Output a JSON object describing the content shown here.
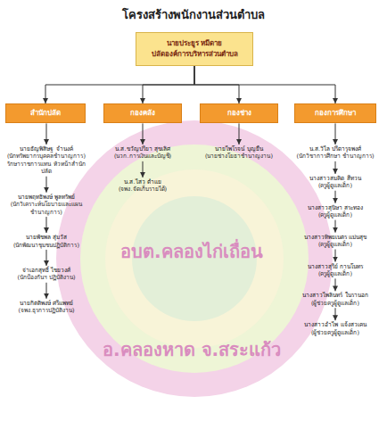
{
  "diagram": {
    "title": "โครงสร้างพนักงานส่วนตำบล",
    "nodes": [
      {
        "text": [
          "นายประยูร หมีดาย",
          "ปลัดองค์การบริหารส่วนตำบล"
        ]
      },
      {
        "text": [
          "สำนักปลัด"
        ]
      },
      {
        "text": [
          "กองคลัง"
        ]
      },
      {
        "text": [
          "กองช่าง"
        ]
      },
      {
        "text": [
          "กองการศึกษา"
        ]
      },
      {
        "text": [
          "นายธัญพิสิษฐ จำนงค์",
          "(นักทรัพยากรบุคคลชำนาญการ) รักษาราชการแทน หัวหน้าสำนักปลัด"
        ]
      },
      {
        "text": [
          "นายพฤทธิพงษ์ พูลทรัพย์",
          "(นักวิเคราะห์นโยบายและแผน ชำนาญการ)"
        ]
      },
      {
        "text": [
          "นายพัชพล สุ่มวัส",
          "(นักพัฒนาชุมชนปฏิบัติการ)"
        ]
      },
      {
        "text": [
          "จ่าเอกสุทธิ์ ไชยวงศ์",
          "(นักป้องกันฯ ปฏิบัติงาน)"
        ]
      },
      {
        "text": [
          "นายกิตติพงษ์ ศรีแพทย์",
          "(จพง.ธุรการปฏิบัติงาน)"
        ]
      },
      {
        "text": [
          "น.ส.ขวัญปรียา สุขเลิศ",
          "(นวก.การเงินและบัญชี)"
        ]
      },
      {
        "text": [
          "น.ส.ไสว ตำแย",
          "(จพง.จัดเก็บรายได้)"
        ]
      },
      {
        "text": [
          "นายไพโรจน์ บุญยืน",
          "(นายช่างโยธาชำนาญงาน)"
        ]
      },
      {
        "text": [
          "น.ส.วิไล ปรีดารุจพงศ์",
          "(นักวิชาการศึกษา ชำนาญการ)"
        ]
      },
      {
        "text": [
          "นางสาวสมคิด สีทวน",
          "(ครูผู้ดูแลเด็ก)"
        ]
      },
      {
        "text": [
          "นางสาวสุนิษา สระทอง",
          "(ครูผู้ดูแลเด็ก)"
        ]
      },
      {
        "text": [
          "นางสาวทิพยเนตร แม่นสุข",
          "(ครูผู้ดูแลเด็ก)"
        ]
      },
      {
        "text": [
          "นางสาวสุรีย์ กานโนทร",
          "(ครูผู้ดูแลเด็ก)"
        ]
      },
      {
        "text": [
          "นางสาวไพลินทร์ ในรานอก",
          "(ผู้ช่วยครูผู้ดูแลเด็ก)"
        ]
      },
      {
        "text": [
          "นางสาวอำไพ แจ้งสวเคน",
          "(ผู้ช่วยครูผู้ดูแลเด็ก)"
        ]
      }
    ],
    "edges": [
      {
        "from": 0,
        "to": 1,
        "arrow": "to"
      },
      {
        "from": 0,
        "to": 2,
        "arrow": "to"
      },
      {
        "from": 0,
        "to": 3,
        "arrow": "to"
      },
      {
        "from": 0,
        "to": 4,
        "arrow": "to"
      },
      {
        "from": 1,
        "to": 5,
        "arrow": "to"
      },
      {
        "from": 5,
        "to": 6,
        "arrow": "to"
      },
      {
        "from": 6,
        "to": 7,
        "arrow": "to"
      },
      {
        "from": 7,
        "to": 8,
        "arrow": "to"
      },
      {
        "from": 8,
        "to": 9,
        "arrow": "to"
      },
      {
        "from": 2,
        "to": 10,
        "arrow": "to"
      },
      {
        "from": 10,
        "to": 11,
        "arrow": "to"
      },
      {
        "from": 3,
        "to": 12,
        "arrow": "to"
      },
      {
        "from": 4,
        "to": 13,
        "arrow": "to"
      },
      {
        "from": 13,
        "to": 14,
        "arrow": "to"
      },
      {
        "from": 14,
        "to": 15,
        "arrow": "to"
      },
      {
        "from": 15,
        "to": 16,
        "arrow": "to"
      },
      {
        "from": 16,
        "to": 17,
        "arrow": "to"
      },
      {
        "from": 17,
        "to": 18,
        "arrow": "to"
      },
      {
        "from": 18,
        "to": 19,
        "arrow": "to"
      }
    ],
    "labels": [
      "อบต.คลองไก่เถื่อน",
      "อ.คลองหาด จ.สระแก้ว"
    ]
  }
}
